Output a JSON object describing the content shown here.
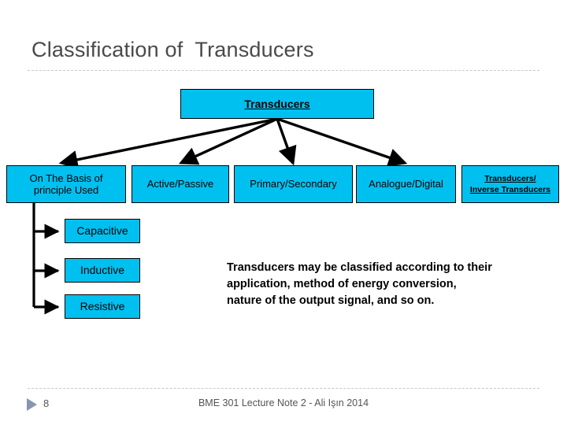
{
  "slide": {
    "title": "Classification of  Transducers",
    "root_node": "Transducers",
    "level1": [
      {
        "id": "basis",
        "label": "On The Basis of principle Used"
      },
      {
        "id": "active",
        "label": "Active/Passive"
      },
      {
        "id": "primary",
        "label": "Primary/Secondary"
      },
      {
        "id": "analogue",
        "label": "Analogue/Digital"
      },
      {
        "id": "inverse",
        "label": "Transducers/\nInverse Transducers"
      }
    ],
    "level2": [
      {
        "id": "capacitive",
        "label": "Capacitive"
      },
      {
        "id": "inductive",
        "label": "Inductive"
      },
      {
        "id": "resistive",
        "label": "Resistive"
      }
    ],
    "body_text": "Transducers may be classified according to their application, method of energy conversion, nature of the output signal, and so on.",
    "colors": {
      "node_fill": "#00C0F0",
      "node_border": "#000000",
      "title_text": "#4a4a4a",
      "divider": "#c9c9c9",
      "footer_text": "#545454",
      "footer_triangle": "#8496B0"
    }
  },
  "footer": {
    "slide_number": "8",
    "center_text": "BME 301 Lecture Note 2 - Ali Işın 2014",
    "triangle_icon": "play-triangle-icon"
  }
}
